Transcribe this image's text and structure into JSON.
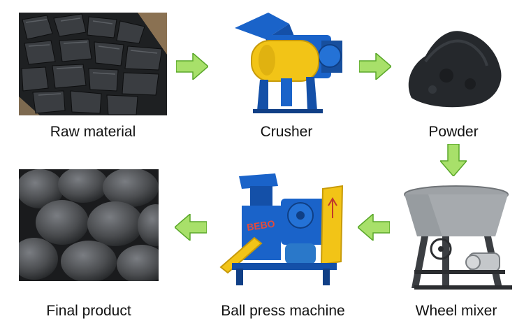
{
  "stages": [
    {
      "id": "raw",
      "label": "Raw material"
    },
    {
      "id": "crusher",
      "label": "Crusher"
    },
    {
      "id": "powder",
      "label": "Powder"
    },
    {
      "id": "final",
      "label": "Final product"
    },
    {
      "id": "press",
      "label": "Ball press machine"
    },
    {
      "id": "mixer",
      "label": "Wheel mixer"
    }
  ],
  "colors": {
    "arrow_light": "#a8e06a",
    "arrow_dark": "#5aa72a",
    "machine_blue": "#1a63c9",
    "machine_yellow": "#f2c417",
    "charcoal": "#2b2d30",
    "briquette": "#4b4d50"
  }
}
